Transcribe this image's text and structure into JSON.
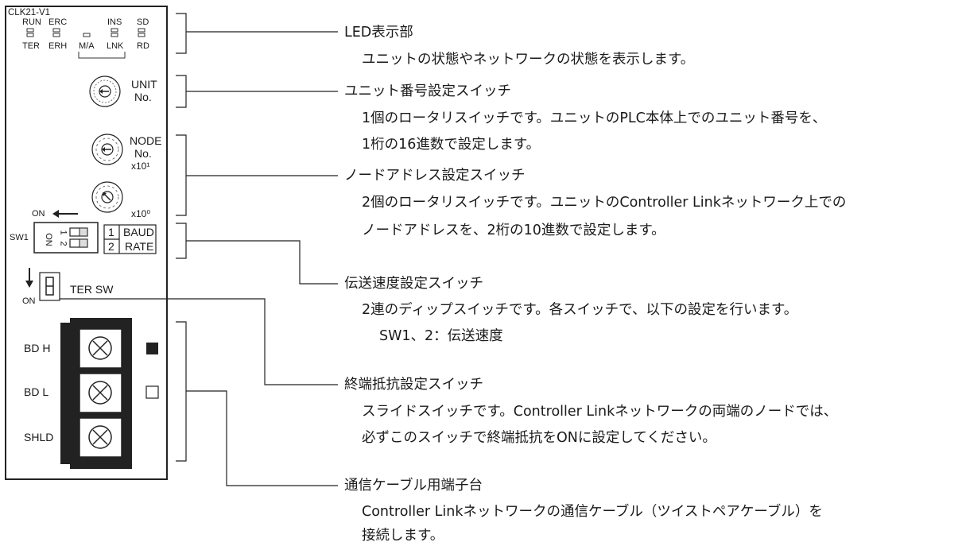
{
  "panel": {
    "model": "CLK21-V1",
    "leds": {
      "run": "RUN",
      "erc": "ERC",
      "ins": "INS",
      "sd": "SD",
      "ter": "TER",
      "erh": "ERH",
      "ma": "M/A",
      "lnk": "LNK",
      "rd": "RD"
    },
    "unit_label": [
      "UNIT",
      "No."
    ],
    "node_label": [
      "NODE",
      "No.",
      "x10¹"
    ],
    "x10_label": "x10⁰",
    "on_top": "ON",
    "sw1": "SW1",
    "on_vertical": "ON",
    "pin1": "1",
    "pin2": "2",
    "baud": [
      "1",
      "BAUD",
      "2",
      "RATE"
    ],
    "on_bottom": "ON",
    "ter_sw": "TER SW",
    "terminals": [
      "BD H",
      "BD L",
      "SHLD"
    ]
  },
  "callouts": [
    {
      "title": "LED表示部",
      "lines": [
        "ユニットの状態やネットワークの状態を表示します。"
      ]
    },
    {
      "title": "ユニット番号設定スイッチ",
      "lines": [
        "1個のロータリスイッチです。ユニットのPLC本体上でのユニット番号を、",
        "1桁の16進数で設定します。"
      ]
    },
    {
      "title": "ノードアドレス設定スイッチ",
      "lines": [
        "2個のロータリスイッチです。ユニットのController Linkネットワーク上での",
        "ノードアドレスを、2桁の10進数で設定します。"
      ]
    },
    {
      "title": "伝送速度設定スイッチ",
      "lines": [
        "2連のディップスイッチです。各スイッチで、以下の設定を行います。",
        "SW1、2：伝送速度"
      ]
    },
    {
      "title": "終端抵抗設定スイッチ",
      "lines": [
        "スライドスイッチです。Controller Linkネットワークの両端のノードでは、",
        "必ずこのスイッチで終端抵抗をONに設定してください。"
      ]
    },
    {
      "title": "通信ケーブル用端子台",
      "lines": [
        "Controller Linkネットワークの通信ケーブル（ツイストペアケーブル）を",
        "接続します。"
      ]
    }
  ]
}
